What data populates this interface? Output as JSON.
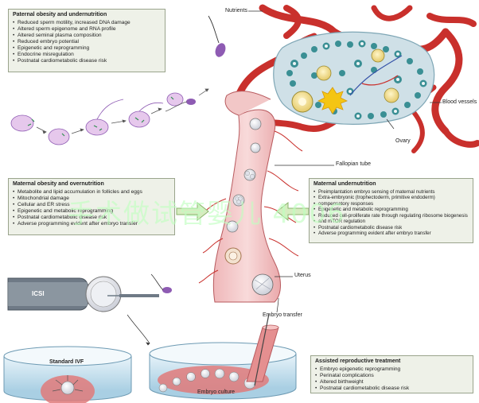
{
  "paternal": {
    "title": "Paternal obesity and undernutrition",
    "items": [
      "Reduced sperm motility, increased DNA damage",
      "Altered sperm epigenome and RNA profile",
      "Altered seminal plasma composition",
      "Reduced embryo potential",
      "Epigenetic and reprogramming",
      "Endocrine misregulation",
      "Postnatal cardiometabolic disease risk"
    ]
  },
  "maternal_over": {
    "title": "Maternal obesity and overnutrition",
    "items": [
      "Metabolite and lipid accumulation in follicles and eggs",
      "Mitochondrial damage",
      "Cellular and ER stress",
      "Epigenetic and metabolic reprogramming",
      "Postnatal cardiometabolic disease risk",
      "Adverse programming evident after embryo transfer"
    ]
  },
  "maternal_under": {
    "title": "Maternal undernutrition",
    "items": [
      "Preimplantation embryo sensing of maternal nutrients",
      "Extra-embryonic (trophectoderm, primitive endoderm)",
      "compensatory responses",
      "Epigenetic and metabolic reprogramming",
      "Reduced cell-proliferate rate through regulating ribosome biogenesis",
      "and mTOR regulation",
      "Postnatal cardiometabolic disease risk",
      "Adverse programming evident after embryo transfer"
    ]
  },
  "art": {
    "title": "Assisted reproductive treatment",
    "items": [
      "Embryo epigenetic reprogramming",
      "Perinatal complications",
      "Altered birthweight",
      "Postnatal cardiometabolic disease risk"
    ]
  },
  "labels": {
    "nutrients": "Nutrients",
    "blood_vessels": "Blood vessels",
    "ovary": "Ovary",
    "fallopian_tube": "Fallopian tube",
    "uterus": "Uterus",
    "icsi": "ICSI",
    "embryo_transfer": "Embryo transfer",
    "standard_ivf": "Standard IVF",
    "embryo_culture": "Embryo culture"
  },
  "watermark": "手术做试管婴儿 4006",
  "colors": {
    "box_bg": "#eef1e8",
    "box_border": "#9aa48c",
    "vessel": "#c9302c",
    "tube": "#f2c7c7",
    "sperm_head": "#8e5bb3",
    "follicle": "#2f8f8f",
    "dish": "#bfe0f0"
  }
}
